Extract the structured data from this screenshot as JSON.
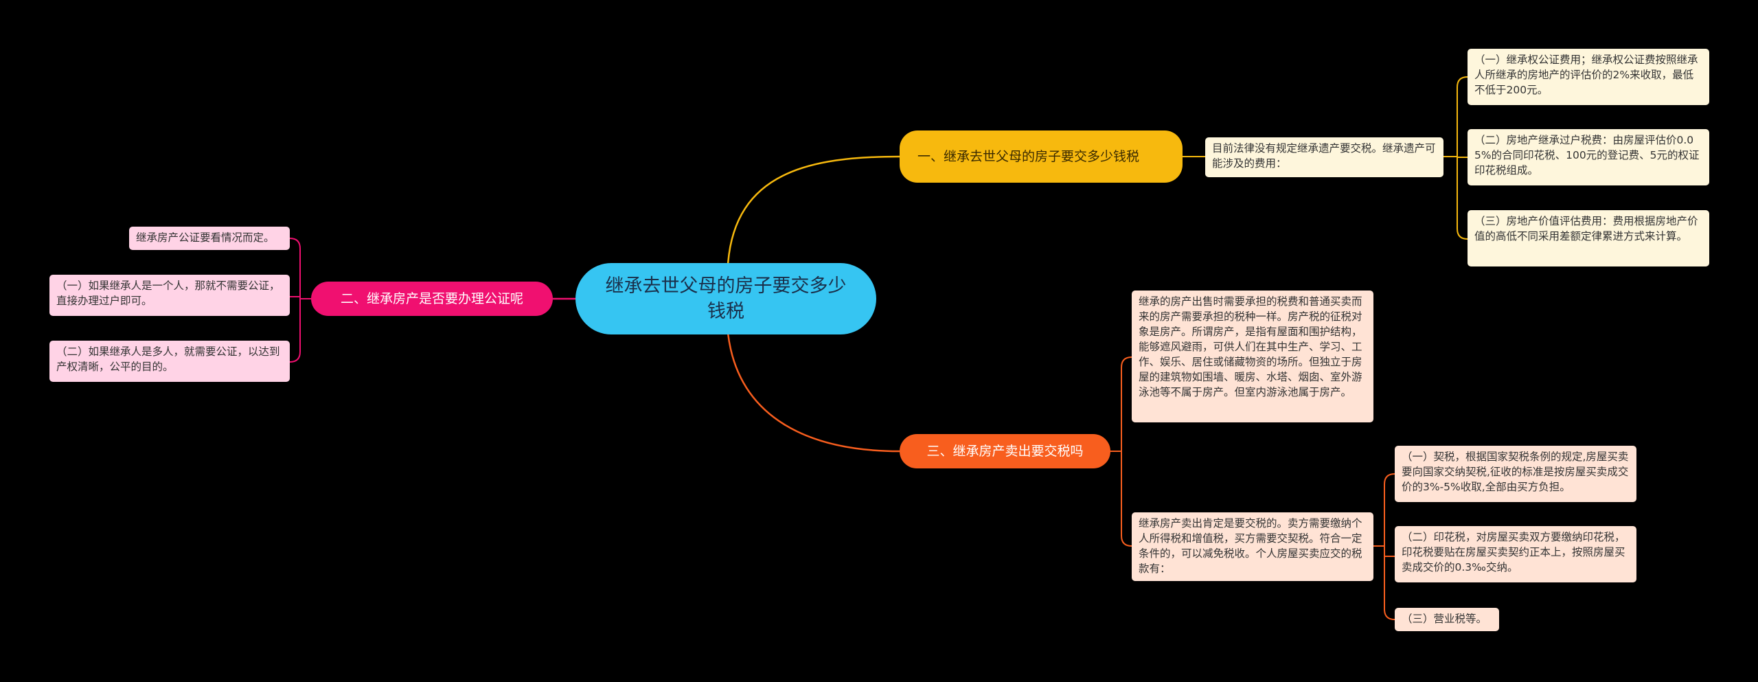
{
  "center": "继承去世父母的房子要交多少钱税",
  "branches": {
    "b1": {
      "label": "一、继承去世父母的房子要交多少钱税",
      "intro": "目前法律没有规定继承遗产要交税。继承遗产可能涉及的费用：",
      "items": [
        "（一）继承权公证费用；继承权公证费按照继承人所继承的房地产的评估价的2%来收取，最低不低于200元。",
        "（二）房地产继承过户税费：由房屋评估价0.05%的合同印花税、100元的登记费、5元的权证印花税组成。",
        "（三）房地产价值评估费用：费用根据房地产价值的高低不同采用差额定律累进方式来计算。"
      ]
    },
    "b2": {
      "label": "二、继承房产是否要办理公证呢",
      "items": [
        "继承房产公证要看情况而定。",
        "（一）如果继承人是一个人，那就不需要公证，直接办理过户即可。",
        "（二）如果继承人是多人，就需要公证，以达到产权清晰，公平的目的。"
      ]
    },
    "b3": {
      "label": "三、继承房产卖出要交税吗",
      "text1": "继承的房产出售时需要承担的税费和普通买卖而来的房产需要承担的税种一样。房产税的征税对象是房产。所谓房产，是指有屋面和围护结构，能够遮风避雨，可供人们在其中生产、学习、工作、娱乐、居住或储藏物资的场所。但独立于房屋的建筑物如围墙、暖房、水塔、烟囱、室外游泳池等不属于房产。但室内游泳池属于房产。",
      "text2": "继承房产卖出肯定是要交税的。卖方需要缴纳个人所得税和增值税，买方需要交契税。符合一定条件的，可以减免税收。个人房屋买卖应交的税款有：",
      "items": [
        "（一）契税，根据国家契税条例的规定,房屋买卖要向国家交纳契税,征收的标准是按房屋买卖成交价的3%-5%收取,全部由买方负担。",
        "（二）印花税，对房屋买卖双方要缴纳印花税，印花税要贴在房屋买卖契约正本上，按照房屋买卖成交价的0.3‰交纳。",
        "（三）营业税等。"
      ]
    }
  },
  "colors": {
    "background": "#000000",
    "center": "#36c5f2",
    "branch1": "#f7b90e",
    "branch2": "#f01070",
    "branch3": "#f85e1e",
    "leaf1": "#fef6dc",
    "leaf2": "#ffd3e6",
    "leaf3": "#ffe3d5"
  }
}
